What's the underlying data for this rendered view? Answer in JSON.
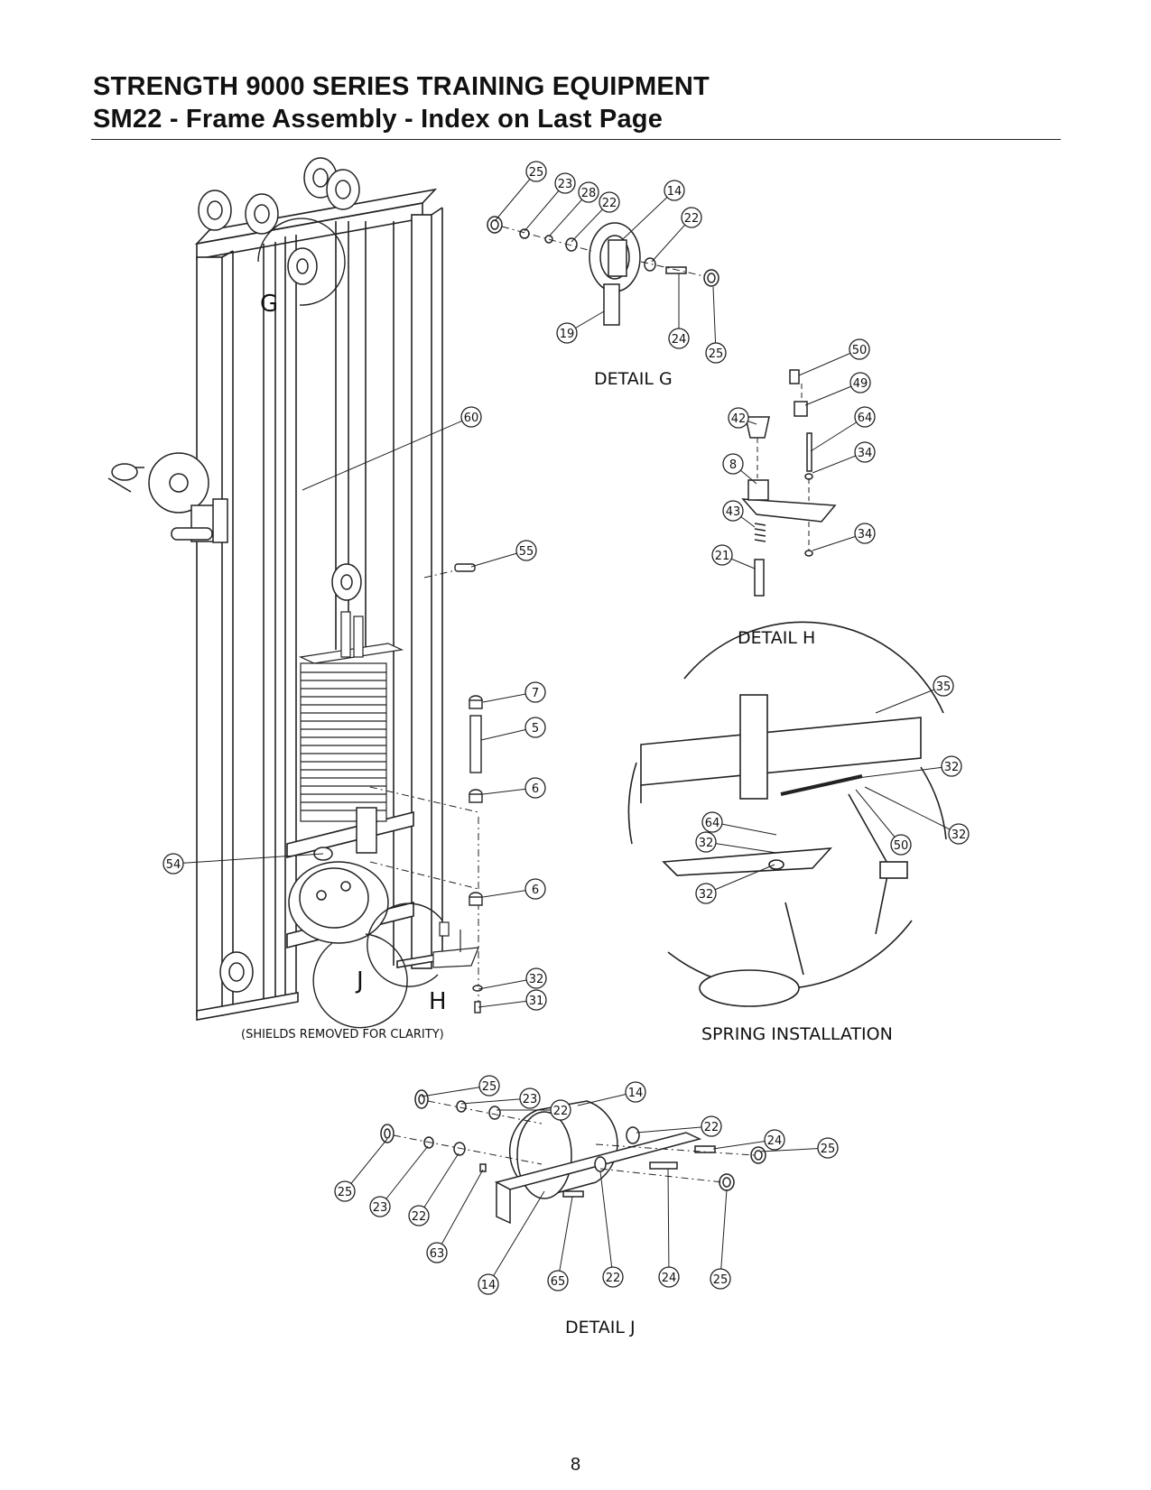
{
  "header": {
    "title": "STRENGTH 9000 SERIES TRAINING EQUIPMENT",
    "subtitle": "SM22 - Frame Assembly -  Index on Last Page"
  },
  "views": {
    "main_note": "(SHIELDS REMOVED FOR CLARITY)",
    "detail_g": "DETAIL G",
    "detail_h": "DETAIL H",
    "spring": "SPRING INSTALLATION",
    "detail_j": "DETAIL J",
    "ref_g": "G",
    "ref_j": "J",
    "ref_h": "H"
  },
  "callouts": {
    "main": [
      "60",
      "55",
      "7",
      "5",
      "6",
      "54",
      "6",
      "32",
      "31"
    ],
    "detail_g": [
      "25",
      "23",
      "28",
      "22",
      "14",
      "22",
      "19",
      "24",
      "25"
    ],
    "detail_h": [
      "50",
      "49",
      "42",
      "64",
      "8",
      "34",
      "43",
      "34",
      "21"
    ],
    "spring": [
      "35",
      "32",
      "32",
      "64",
      "32",
      "50",
      "32"
    ],
    "detail_j": [
      "25",
      "23",
      "22",
      "14",
      "22",
      "24",
      "25",
      "25",
      "23",
      "22",
      "63",
      "14",
      "65",
      "22",
      "24",
      "25"
    ]
  },
  "footer": {
    "page_number": "8"
  }
}
